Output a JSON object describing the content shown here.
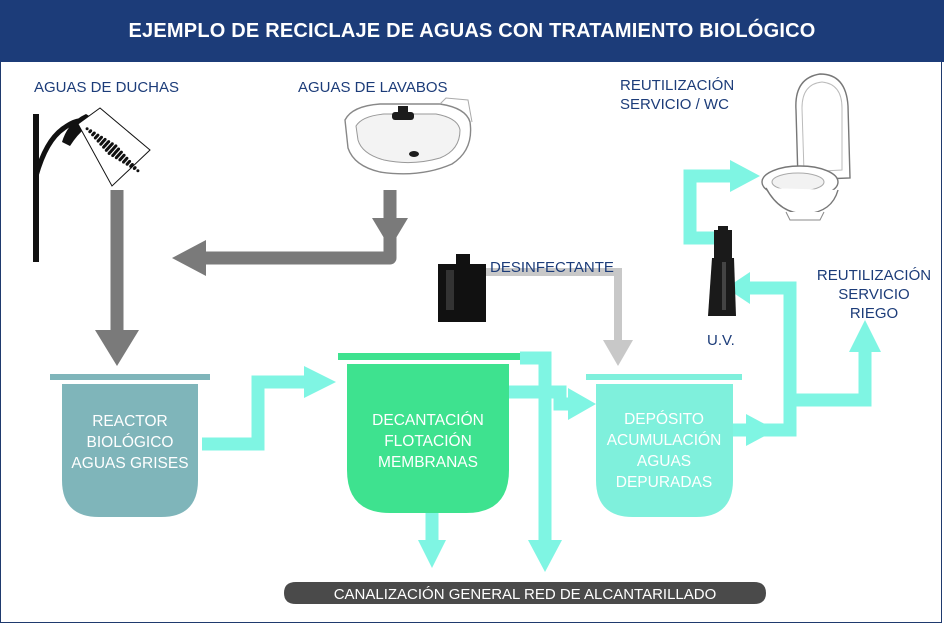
{
  "title": "EJEMPLO DE RECICLAJE DE AGUAS CON TRATAMIENTO BIOLÓGICO",
  "sources": {
    "showers": "AGUAS DE DUCHAS",
    "sinks": "AGUAS DE LAVABOS"
  },
  "disinfectant": "DESINFECTANTE",
  "uv": "U.V.",
  "reuse_wc": [
    "REUTILIZACIÓN",
    "SERVICIO / WC"
  ],
  "reuse_irrigation": [
    "REUTILIZACIÓN",
    "SERVICIO",
    "RIEGO"
  ],
  "tanks": {
    "reactor": [
      "REACTOR",
      "BIOLÓGICO",
      "AGUAS GRISES"
    ],
    "decanter": [
      "DECANTACIÓN",
      "FLOTACIÓN",
      "MEMBRANAS"
    ],
    "deposit": [
      "DEPÓSITO",
      "ACUMULACIÓN",
      "AGUAS",
      "DEPURADAS"
    ]
  },
  "sewer": "CANALIZACIÓN GENERAL RED DE ALCANTARILLADO",
  "colors": {
    "title_bg": "#1c3c79",
    "label_text": "#1c3c79",
    "grey_water": "#7a7a7a",
    "treated_water": "#7ff5e3",
    "disinfectant_line": "#c8c8c8",
    "reactor": "#7fb5ba",
    "decanter": "#3ee28f",
    "deposit": "#7ff0dc",
    "sewer_bar": "#4a4a4a"
  },
  "icons": [
    "shower-icon",
    "sink-icon",
    "disinfectant-canister-icon",
    "uv-lamp-icon",
    "toilet-icon"
  ]
}
